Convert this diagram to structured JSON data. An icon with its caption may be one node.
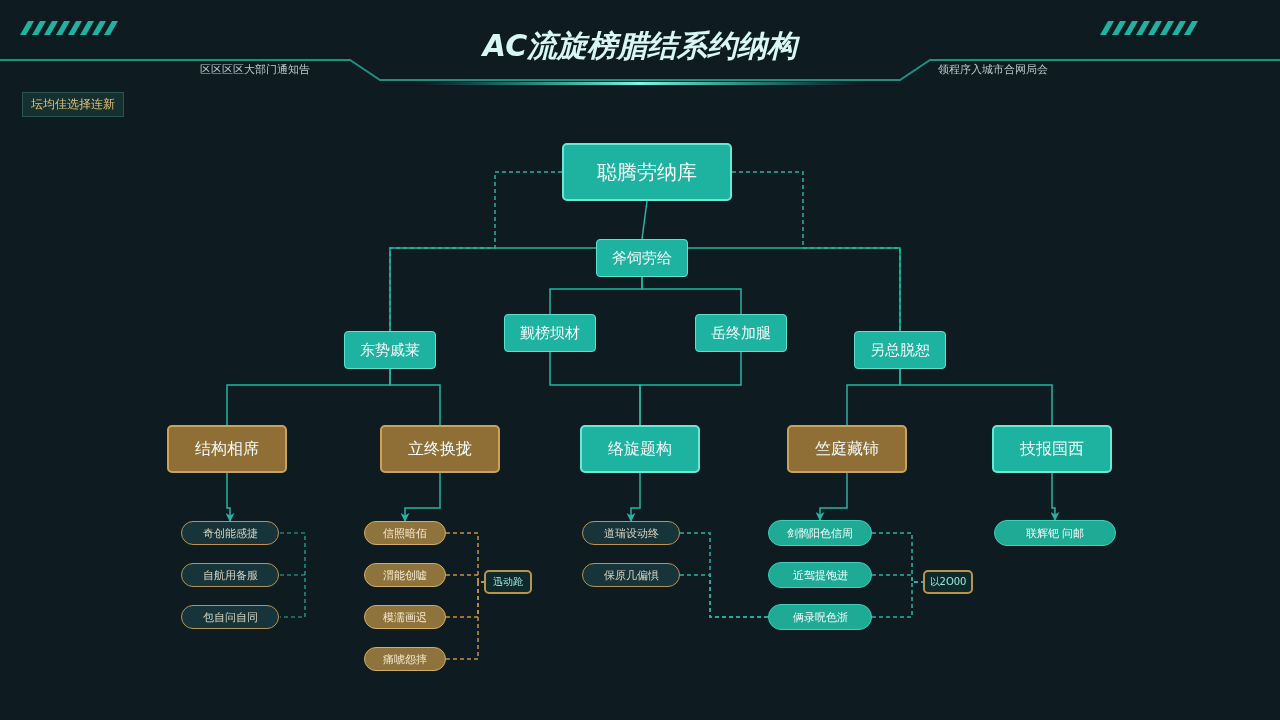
{
  "diagram": {
    "title": "AC流旋榜腊结系约纳构",
    "nodes": [
      {
        "text": [
          "聪腾劳纳库"
        ]
      },
      {
        "text": [
          "斧饲劳给"
        ]
      },
      {
        "text": [
          "东势戚莱"
        ]
      },
      {
        "text": [
          "觐榜坝材"
        ]
      },
      {
        "text": [
          "岳终加腿"
        ]
      },
      {
        "text": [
          "另总脱恕"
        ]
      },
      {
        "text": [
          "结构相席"
        ]
      },
      {
        "text": [
          "立终换拢"
        ]
      },
      {
        "text": [
          "络旋题构"
        ]
      },
      {
        "text": [
          "竺庭藏铈"
        ]
      },
      {
        "text": [
          "技报国西"
        ]
      },
      {
        "text": [
          "奇创能感捷"
        ]
      },
      {
        "text": [
          "自航用备服"
        ]
      },
      {
        "text": [
          "包自问自同"
        ]
      },
      {
        "text": [
          "信照暗佰"
        ]
      },
      {
        "text": [
          "渭能创嘘"
        ]
      },
      {
        "text": [
          "模濡画迟"
        ]
      },
      {
        "text": [
          "痛唬怨摔"
        ]
      },
      {
        "text": [
          "迅动跄"
        ]
      },
      {
        "text": [
          "道瑞设动终"
        ]
      },
      {
        "text": [
          "保原几偏惧"
        ]
      },
      {
        "text": [
          "剑鹘阳色信周"
        ]
      },
      {
        "text": [
          "近驾提饱进"
        ]
      },
      {
        "text": [
          "俩录呪色浙"
        ]
      },
      {
        "text": [
          "以2O00"
        ]
      },
      {
        "text": [
          "联辉钯 问邮"
        ]
      }
    ],
    "edges": [
      {
        "from": 0,
        "to": 1,
        "arrow": "none"
      },
      {
        "from": 0,
        "to": 2,
        "arrow": "none",
        "style": "dashed"
      },
      {
        "from": 0,
        "to": 5,
        "arrow": "none",
        "style": "dashed"
      },
      {
        "from": 1,
        "to": 2,
        "arrow": "none"
      },
      {
        "from": 1,
        "to": 5,
        "arrow": "none"
      },
      {
        "from": 1,
        "to": 3,
        "arrow": "none"
      },
      {
        "from": 1,
        "to": 4,
        "arrow": "none"
      },
      {
        "from": 2,
        "to": 6,
        "arrow": "none"
      },
      {
        "from": 2,
        "to": 7,
        "arrow": "none"
      },
      {
        "from": 3,
        "to": 8,
        "arrow": "none"
      },
      {
        "from": 4,
        "to": 8,
        "arrow": "none"
      },
      {
        "from": 5,
        "to": 9,
        "arrow": "none"
      },
      {
        "from": 5,
        "to": 10,
        "arrow": "none"
      },
      {
        "from": 6,
        "to": 11,
        "arrow": "to"
      },
      {
        "from": 7,
        "to": 14,
        "arrow": "to"
      },
      {
        "from": 8,
        "to": 19,
        "arrow": "to"
      },
      {
        "from": 9,
        "to": 21,
        "arrow": "to"
      },
      {
        "from": 10,
        "to": 25,
        "arrow": "to"
      },
      {
        "from": 14,
        "to": 18,
        "arrow": "none",
        "style": "dashed",
        "color": "#c9933a"
      },
      {
        "from": 15,
        "to": 18,
        "arrow": "none",
        "style": "dashed",
        "color": "#c9933a"
      },
      {
        "from": 16,
        "to": 18,
        "arrow": "none",
        "style": "dashed",
        "color": "#c9933a"
      },
      {
        "from": 17,
        "to": 18,
        "arrow": "none",
        "style": "dashed",
        "color": "#c9933a"
      },
      {
        "from": 19,
        "to": 23,
        "arrow": "none",
        "style": "dashed"
      },
      {
        "from": 20,
        "to": 23,
        "arrow": "none",
        "style": "dashed"
      },
      {
        "from": 21,
        "to": 24,
        "arrow": "none",
        "style": "dashed"
      },
      {
        "from": 22,
        "to": 24,
        "arrow": "none",
        "style": "dashed"
      },
      {
        "from": 23,
        "to": 24,
        "arrow": "none",
        "style": "dashed"
      }
    ],
    "labels": [
      "区区区区大部门通知告",
      "领程序入城市合网局会",
      "坛均佳选择连新"
    ]
  }
}
